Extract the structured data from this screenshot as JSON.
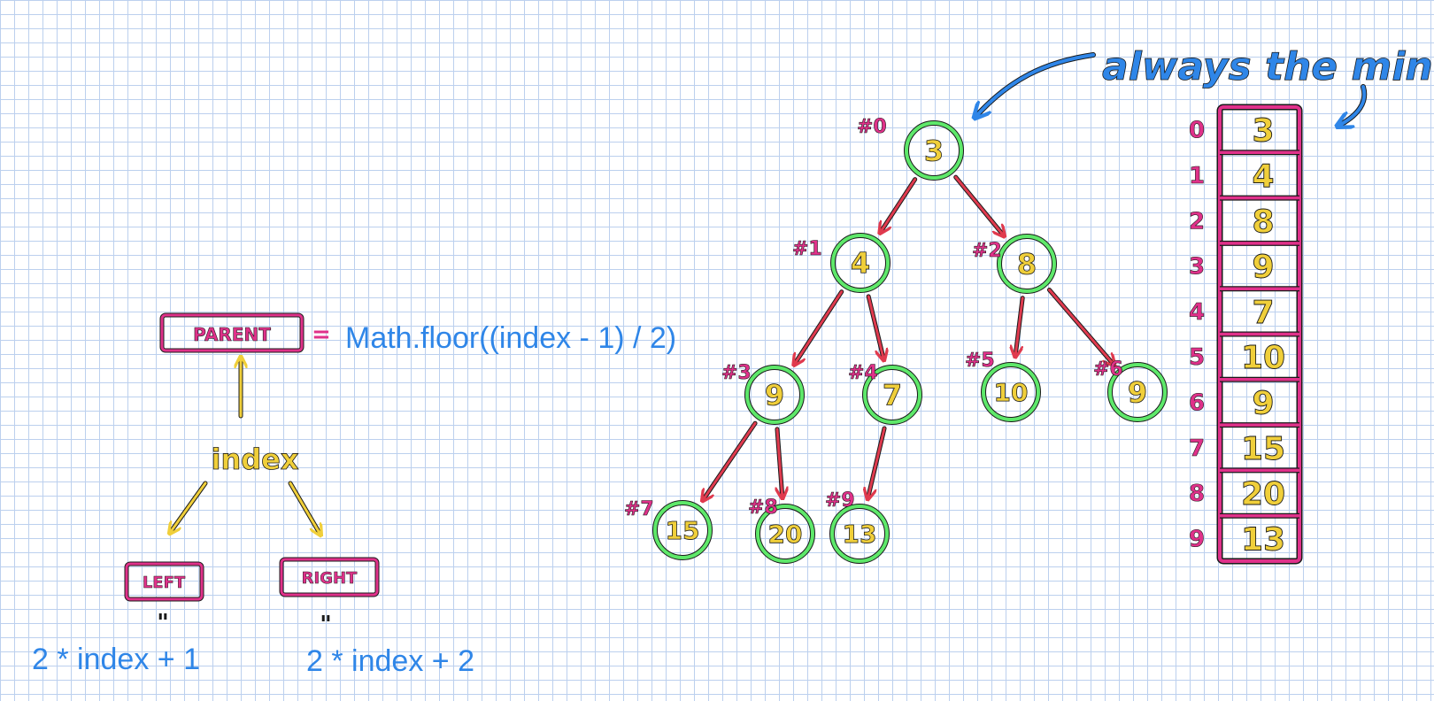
{
  "labels": {
    "parent": "PARENT",
    "left": "LEFT",
    "right": "RIGHT",
    "index": "index",
    "equals": "=",
    "ditto": "\"",
    "annotation": "always the min"
  },
  "formulas": {
    "parent": "Math.floor((index - 1) / 2)",
    "left": "2 * index + 1",
    "right": "2 * index + 2"
  },
  "tree": {
    "nodes": [
      {
        "index": 0,
        "tag": "#0",
        "value": "3"
      },
      {
        "index": 1,
        "tag": "#1",
        "value": "4"
      },
      {
        "index": 2,
        "tag": "#2",
        "value": "8"
      },
      {
        "index": 3,
        "tag": "#3",
        "value": "9"
      },
      {
        "index": 4,
        "tag": "#4",
        "value": "7"
      },
      {
        "index": 5,
        "tag": "#5",
        "value": "10"
      },
      {
        "index": 6,
        "tag": "#6",
        "value": "9"
      },
      {
        "index": 7,
        "tag": "#7",
        "value": "15"
      },
      {
        "index": 8,
        "tag": "#8",
        "value": "20"
      },
      {
        "index": 9,
        "tag": "#9",
        "value": "13"
      }
    ],
    "edges": [
      [
        0,
        1
      ],
      [
        0,
        2
      ],
      [
        1,
        3
      ],
      [
        1,
        4
      ],
      [
        2,
        5
      ],
      [
        2,
        6
      ],
      [
        3,
        7
      ],
      [
        3,
        8
      ],
      [
        4,
        9
      ]
    ]
  },
  "array": {
    "indices": [
      "0",
      "1",
      "2",
      "3",
      "4",
      "5",
      "6",
      "7",
      "8",
      "9"
    ],
    "values": [
      "3",
      "4",
      "8",
      "9",
      "7",
      "10",
      "9",
      "15",
      "20",
      "13"
    ]
  },
  "colors": {
    "node_ring": "#5ee86a",
    "node_text": "#f0cf3a",
    "tag": "#e0318a",
    "edge": "#e03a4e",
    "box": "#e0318a",
    "yellow_arrow": "#f0cf3a",
    "blue": "#2f86e8",
    "grid": "#bcd0ee"
  }
}
